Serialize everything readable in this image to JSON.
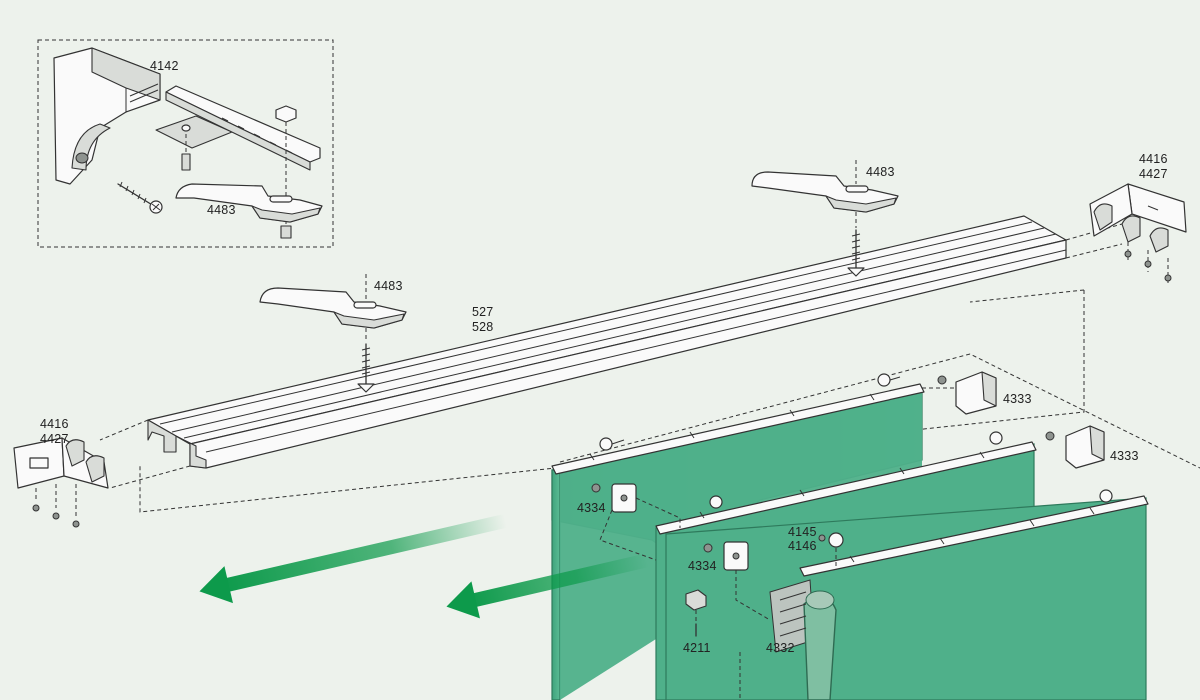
{
  "colors": {
    "background": "#edf2ec",
    "panel": "#4fb08a",
    "panel_edge": "#2e7a5c",
    "arrow": "#0d9a4b"
  },
  "labels": {
    "detail_bracket": "4142",
    "detail_glider": "4483",
    "glider_top": "4483",
    "glider_mid": "4483",
    "rail_a": "527",
    "rail_b": "528",
    "endcap_right_a": "4416",
    "endcap_right_b": "4427",
    "endcap_left_a": "4416",
    "endcap_left_b": "4427",
    "clip_top": "4333",
    "clip_mid": "4333",
    "weight_left": "4334",
    "weight_mid": "4334",
    "stop_a": "4145",
    "stop_b": "4146",
    "stopper": "4211",
    "batten": "4332"
  }
}
